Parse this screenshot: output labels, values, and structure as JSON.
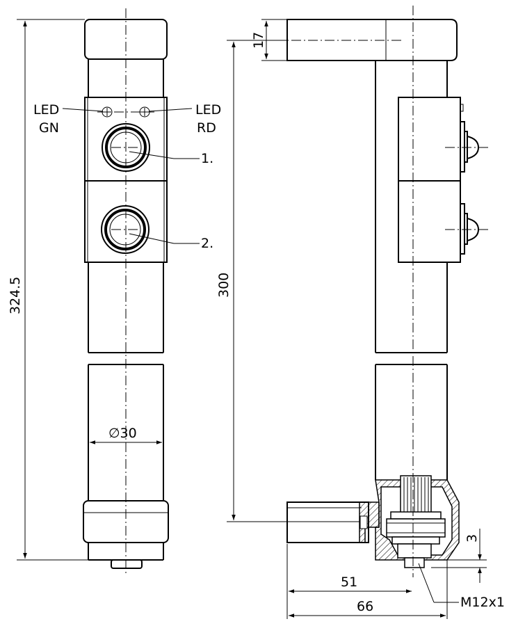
{
  "front_view": {
    "led_green_line1": "LED",
    "led_green_line2": "GN",
    "led_red_line1": "LED",
    "led_red_line2": "RD",
    "button_1_label": "1.",
    "button_2_label": "2.",
    "dim_total_height": "324.5",
    "dim_diameter": "∅30"
  },
  "side_view": {
    "dim_top_height": "17",
    "dim_length": "300",
    "dim_3": "3",
    "dim_51": "51",
    "dim_66": "66",
    "thread_label": "M12x1"
  }
}
